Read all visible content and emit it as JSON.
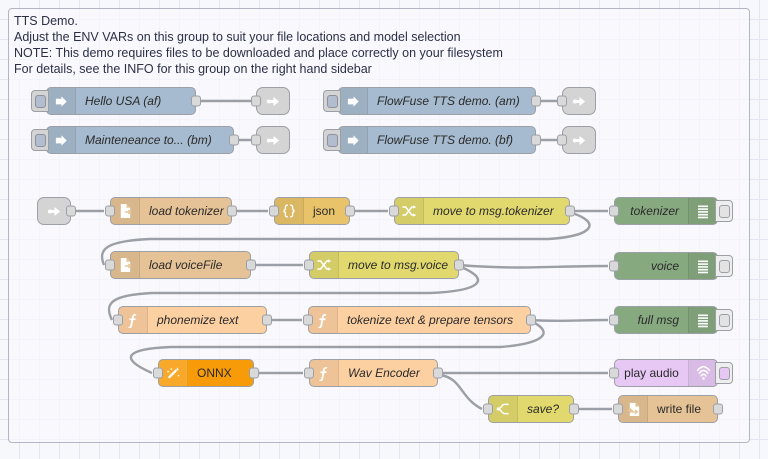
{
  "editor": {
    "name": "node-red-flow-canvas",
    "grid": true
  },
  "group": {
    "comment_lines": [
      "TTS Demo.",
      "Adjust the ENV VARs on this group to suit your file locations and model selection",
      "NOTE: This demo requires files to be downloaded and place correctly on your filesystem",
      "For details, see the INFO for this group on the right hand sidebar"
    ]
  },
  "palette": {
    "inject": "#a6bbcf",
    "link": "#d4d4d4",
    "file": "#e6c396",
    "json": "#e8c36a",
    "change": "#e2d96e",
    "switch": "#e2d96e",
    "debug": "#87a980",
    "function": "#fdd0a2",
    "onnx": "#f79b08",
    "audio": "#e7c8f5",
    "wire": "#9d9fa6",
    "canvas": "#f7f8fb",
    "grid_line": "#e3e5ef"
  },
  "nodes": {
    "inject_hello_usa": {
      "label": "Hello USA (af)",
      "type": "inject",
      "icon": "inject-arrow-icon"
    },
    "inject_maintenance": {
      "label": "Mainteneance to... (bm)",
      "type": "inject",
      "icon": "inject-arrow-icon"
    },
    "inject_ff_am": {
      "label": "FlowFuse TTS demo. (am)",
      "type": "inject",
      "icon": "inject-arrow-icon"
    },
    "inject_ff_bf": {
      "label": "FlowFuse TTS demo. (bf)",
      "type": "inject",
      "icon": "inject-arrow-icon"
    },
    "link_out_1": {
      "label": "",
      "type": "link out",
      "icon": "link-out-icon"
    },
    "link_out_2": {
      "label": "",
      "type": "link out",
      "icon": "link-out-icon"
    },
    "link_out_3": {
      "label": "",
      "type": "link out",
      "icon": "link-out-icon"
    },
    "link_out_4": {
      "label": "",
      "type": "link out",
      "icon": "link-out-icon"
    },
    "link_in_1": {
      "label": "",
      "type": "link in",
      "icon": "link-in-icon"
    },
    "load_tokenizer": {
      "label": "load tokenizer",
      "type": "file in",
      "icon": "file-icon"
    },
    "json_node": {
      "label": "json",
      "type": "json",
      "icon": "braces-icon"
    },
    "move_tokenizer": {
      "label": "move to msg.tokenizer",
      "type": "change",
      "icon": "shuffle-icon"
    },
    "debug_tokenizer": {
      "label": "tokenizer",
      "type": "debug",
      "icon": "debug-bars-icon"
    },
    "load_voicefile": {
      "label": "load voiceFile",
      "type": "file in",
      "icon": "file-icon"
    },
    "move_voice": {
      "label": "move to msg.voice",
      "type": "change",
      "icon": "shuffle-icon"
    },
    "debug_voice": {
      "label": "voice",
      "type": "debug",
      "icon": "debug-bars-icon"
    },
    "phonemize_text": {
      "label": "phonemize text",
      "type": "function",
      "icon": "function-f-icon"
    },
    "tokenize_prepare": {
      "label": "tokenize text & prepare tensors",
      "type": "function",
      "icon": "function-f-icon"
    },
    "debug_full_msg": {
      "label": "full msg",
      "type": "debug",
      "icon": "debug-bars-icon"
    },
    "onnx": {
      "label": "ONNX",
      "type": "onnx",
      "icon": "magic-wand-icon"
    },
    "wav_encoder": {
      "label": "Wav Encoder",
      "type": "function",
      "icon": "function-f-icon"
    },
    "play_audio": {
      "label": "play audio",
      "type": "audio out",
      "icon": "speaker-waves-icon"
    },
    "save_switch": {
      "label": "save?",
      "type": "switch",
      "icon": "switch-icon"
    },
    "write_file": {
      "label": "write file",
      "type": "file out",
      "icon": "file-out-icon"
    }
  }
}
